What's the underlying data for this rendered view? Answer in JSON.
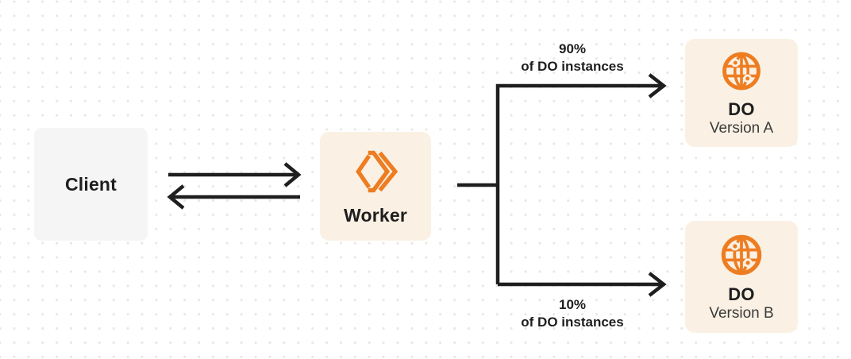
{
  "diagram": {
    "nodes": {
      "client": {
        "label": "Client"
      },
      "worker": {
        "label": "Worker",
        "icon": "workers-icon"
      },
      "do_version_a": {
        "title": "DO",
        "subtitle": "Version A",
        "icon": "durable-object-globe-icon"
      },
      "do_version_b": {
        "title": "DO",
        "subtitle": "Version B",
        "icon": "durable-object-globe-icon"
      }
    },
    "labels": {
      "split_top": {
        "percent": "90%",
        "caption": "of DO instances"
      },
      "split_bottom": {
        "percent": "10%",
        "caption": "of DO instances"
      }
    },
    "colors": {
      "accent_orange": "#EE7D22",
      "node_cream": "#FAF1E4",
      "client_gray": "#F5F5F6",
      "ink": "#1E1E1E",
      "subtitle_gray": "#3A3A3A",
      "background": "#FFFFFF",
      "dot_grid": "#E9E7E4"
    }
  }
}
